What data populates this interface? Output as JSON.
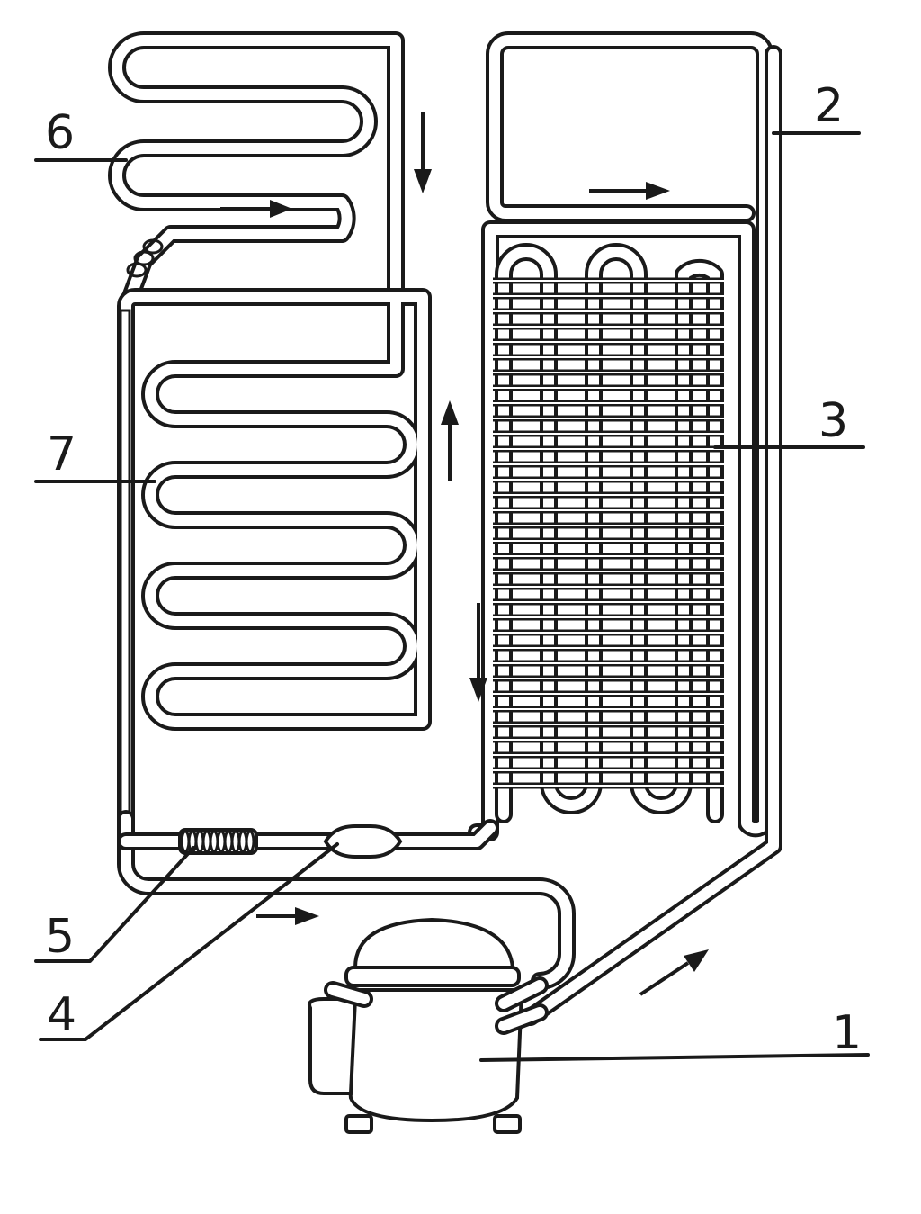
{
  "labels": {
    "l1": "1",
    "l2": "2",
    "l3": "3",
    "l4": "4",
    "l5": "5",
    "l6": "6",
    "l7": "7"
  },
  "colors": {
    "ink": "#1a1a1a",
    "paper": "#ffffff"
  }
}
